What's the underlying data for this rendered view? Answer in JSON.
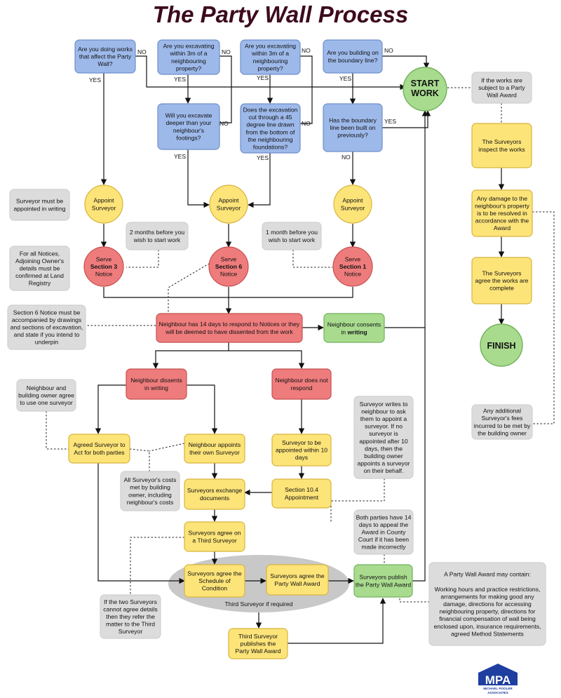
{
  "title": "The Party Wall Process",
  "colors": {
    "blue": "#9db9ea",
    "yellow": "#fde479",
    "red": "#ee7c7c",
    "green": "#a9db8f",
    "grey": "#dcdcdc",
    "text": "#111111",
    "title": "#3d0a1e",
    "logo": "#1e3ea0"
  },
  "nodes": {
    "q_works": [
      "Are you doing works",
      "that affect the Party",
      "Wall?"
    ],
    "q_excavate_3m_a": [
      "Are you excavating",
      "within 3m of a",
      "neighbouring",
      "property?"
    ],
    "q_excavate_3m_b": [
      "Are you excavating",
      "within 3m of a",
      "neighbouring",
      "property?"
    ],
    "q_boundary": [
      "Are you building on",
      "the boundary line?"
    ],
    "start_work": [
      "START",
      "WORK"
    ],
    "q_deeper": [
      "Will you excavate",
      "deeper than your",
      "neighbour's",
      "footings?"
    ],
    "q_45_degree": [
      "Does the excavation",
      "cut through a 45",
      "degree line drawn",
      "from the bottom of",
      "the neighbouring",
      "foundations?"
    ],
    "q_built_before": [
      "Has the boundary",
      "line been built on",
      "previously?"
    ],
    "appoint_1": [
      "Appoint",
      "Surveyor"
    ],
    "appoint_2": [
      "Appoint",
      "Surveyor"
    ],
    "appoint_3": [
      "Appoint",
      "Surveyor"
    ],
    "serve_s3": [
      "Serve",
      "Section 3",
      "Notice"
    ],
    "serve_s6": [
      "Serve",
      "Section 6",
      "Notice"
    ],
    "serve_s1": [
      "Serve",
      "Section 1",
      "Notice"
    ],
    "neighbour_14_days": [
      "Neighbour has 14 days to respond to Notices or they",
      "will be deemed to have dissented from the work"
    ],
    "neighbour_consents": [
      "Neighbour consents",
      "in ",
      "writing"
    ],
    "neighbour_dissents": [
      "Neighbour  dissents",
      "in writing"
    ],
    "neighbour_no_response": [
      "Neighbour does not",
      "respond"
    ],
    "agreed_surveyor": [
      "Agreed Surveyor to",
      "Act for both parties"
    ],
    "own_surveyor": [
      "Neighbour appoints",
      "their own Surveyor"
    ],
    "surveyor_10_days": [
      "Surveyor to be",
      "appointed within 10",
      "days"
    ],
    "section_10_4": [
      "Section 10.4",
      "Appointment"
    ],
    "exchange_docs": [
      "Surveyors exchange",
      "documents"
    ],
    "third_surveyor": [
      "Surveyors agree on",
      "a Third Surveyor"
    ],
    "schedule_condition": [
      "Surveyors agree the",
      "Schedule of",
      "Condition"
    ],
    "agree_award": [
      "Surveyors agree the",
      "Party Wall Award"
    ],
    "ellipse_label": "Third Surveyor if required",
    "third_publishes": [
      "Third Surveyor",
      "publishes the",
      "Party Wall Award"
    ],
    "publish_award": [
      "Surveyors publish",
      "the Party Wall Award"
    ],
    "inspect_works": [
      "The Surveyors",
      "inspect the works"
    ],
    "damage_resolved": [
      "Any damage to the",
      "neighbour's property",
      "is to be resolved in",
      "accordance with the",
      "Award"
    ],
    "works_complete": [
      "The Surveyors",
      "agree the works are",
      "complete"
    ],
    "finish": "FINISH"
  },
  "notes": {
    "subject_award": [
      "If the works are",
      "subject to a Party",
      "Wall Award"
    ],
    "appointed_writing": [
      "Surveyor must be",
      "appointed in writing"
    ],
    "adjoining_owner": [
      "For all Notices,",
      "Adjoining Owner's",
      "details must be",
      "confirmed at Land",
      "Registry"
    ],
    "two_months": [
      "2 months before you",
      "wish to start work"
    ],
    "one_month": [
      "1 month before you",
      "wish to start work"
    ],
    "section6_drawings": [
      "Section 6 Notice must be",
      "accompanied by drawings",
      "and sections of excavation,",
      "and state if you intend to",
      "underpin"
    ],
    "one_surveyor": [
      "Neighbour and",
      "building owner agree",
      "to use one surveyor"
    ],
    "writes_neighbour": [
      "Surveyor writes to",
      "neighbour to ask",
      "them to appoint a",
      "surveyor. If no",
      "surveyor is",
      "appointed after 10",
      "days, then the",
      "building owner",
      "appoints a surveyor",
      "on their behalf."
    ],
    "costs_met": [
      "All Surveyor's costs",
      "met by building",
      "owner, including",
      "neighbour's costs"
    ],
    "appeal_14_days": [
      "Both parties have 14",
      "days to appeal the",
      "Award in County",
      "Court if it has been",
      "made incorrectly"
    ],
    "additional_fees": [
      "Any additional",
      "Surveyor's fees",
      "incurred to be met by",
      "the building owner"
    ],
    "cannot_agree": [
      "If the two Surveyors",
      "cannot agree details",
      "then they refer the",
      "matter to the Third",
      "Surveyor"
    ],
    "award_contents": [
      "A Party Wall Award may contain:",
      "",
      "Working hours and practice restrictions,",
      "arrangements for making good any",
      "damage, directions for accessing",
      "neighbouring property, directions for",
      "financial compensation of wall being",
      "enclosed upon, insurance requirements,",
      "agreed Method Statements"
    ]
  },
  "edge_labels": {
    "yes": "YES",
    "no": "NO"
  },
  "logo": {
    "letters": "MPA",
    "line1": "MICHAEL POOLER",
    "line2": "ASSOCIATES"
  }
}
